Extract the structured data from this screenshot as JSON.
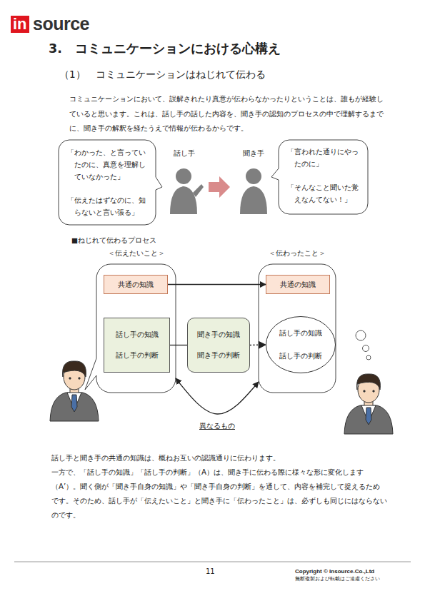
{
  "diagram": {
    "title": "3.　コミュニケーションにおける心構え",
    "nodes": [
      {
        "text": [
          "「わかった、と言っていたのに、真意を理解していなかった」",
          "「伝えたはずなのに、知らないと言い張る」"
        ]
      },
      {
        "text": [
          "「言われた通りにやったのに」",
          "「そんなこと聞いた覚えなんてない！」"
        ]
      },
      {
        "text": [
          "＜伝えたいこと＞"
        ]
      },
      {
        "text": [
          "共通の知識"
        ],
        "in": 2
      },
      {
        "text": [
          "話し手の知識",
          "話し手の判断"
        ],
        "in": 2
      },
      {
        "text": [
          "聞き手の知識",
          "聞き手の判断"
        ]
      },
      {
        "text": [
          "＜伝わったこと＞"
        ]
      },
      {
        "text": [
          "共通の知識"
        ],
        "in": 6
      },
      {
        "text": [
          "話し手の知識",
          "話し手の判断"
        ],
        "in": 6
      }
    ],
    "edges": [
      {
        "from": 3,
        "to": 7,
        "arrow": "to"
      },
      {
        "from": 4,
        "to": 5,
        "arrow": "none"
      },
      {
        "from": 5,
        "to": 8,
        "arrow": "to"
      },
      {
        "from": 2,
        "to": 6,
        "label": "異なるもの",
        "arrow": "both"
      }
    ],
    "labels": [
      "in",
      "source",
      "（1）　コミュニケーションはねじれて伝わる",
      "コミュニケーションにおいて、誤解されたり真意が伝わらなかったりということは、誰もが経験していると思います。これは、話し手の話した内容を、聞き手の認知のプロセスの中で理解するまでに、聞き手の解釈を経たうえで情報が伝わるからです。",
      "話し手",
      "聞き手",
      "■ねじれて伝わるプロセス",
      "A",
      "A’",
      "話し手と聞き手の共通の知識は、概ねお互いの認識通りに伝わります。",
      "一方で、「話し手の知識」「話し手の判断」（A）は、聞き手に伝わる際に様々な形に変化します（A’）。聞く側が「聞き手自身の知識」や「聞き手自身の判断」を通して、内容を補完して捉えるためです。そのため、話し手が「伝えたいこと」と聞き手に「伝わったこと」は、必ずしも同じにはならないのです。",
      "11",
      "Copyright © Insource.Co.,Ltd",
      "無断複製および転載はご遠慮ください"
    ]
  }
}
